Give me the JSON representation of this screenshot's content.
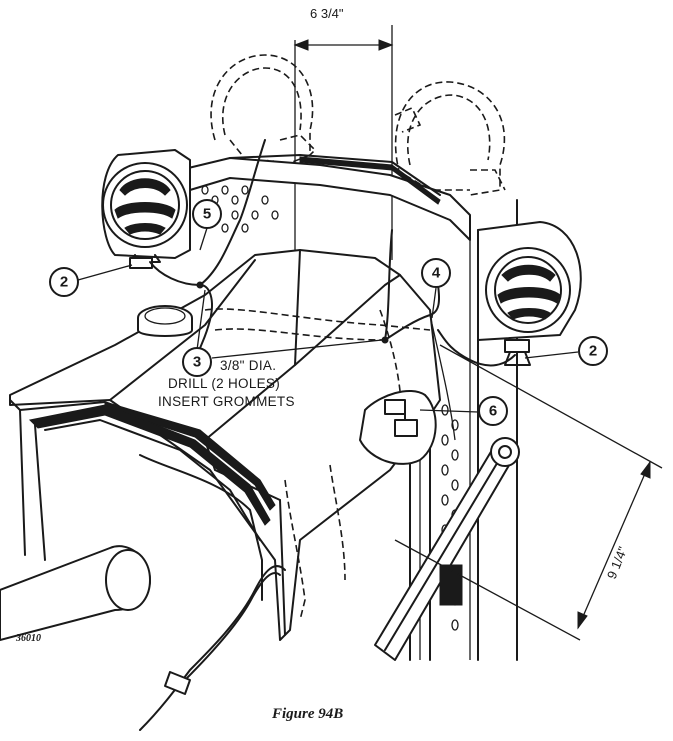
{
  "dimensions": {
    "width_top": "6 3/4\"",
    "height_right": "9 1/4\""
  },
  "notes": {
    "line1": "3/8\" DIA.",
    "line2": "DRILL (2 HOLES)",
    "line3": "INSERT GROMMETS"
  },
  "callouts": [
    "2",
    "5",
    "3",
    "4",
    "2",
    "6"
  ],
  "reference_number": "36010",
  "caption": "Figure 94B"
}
